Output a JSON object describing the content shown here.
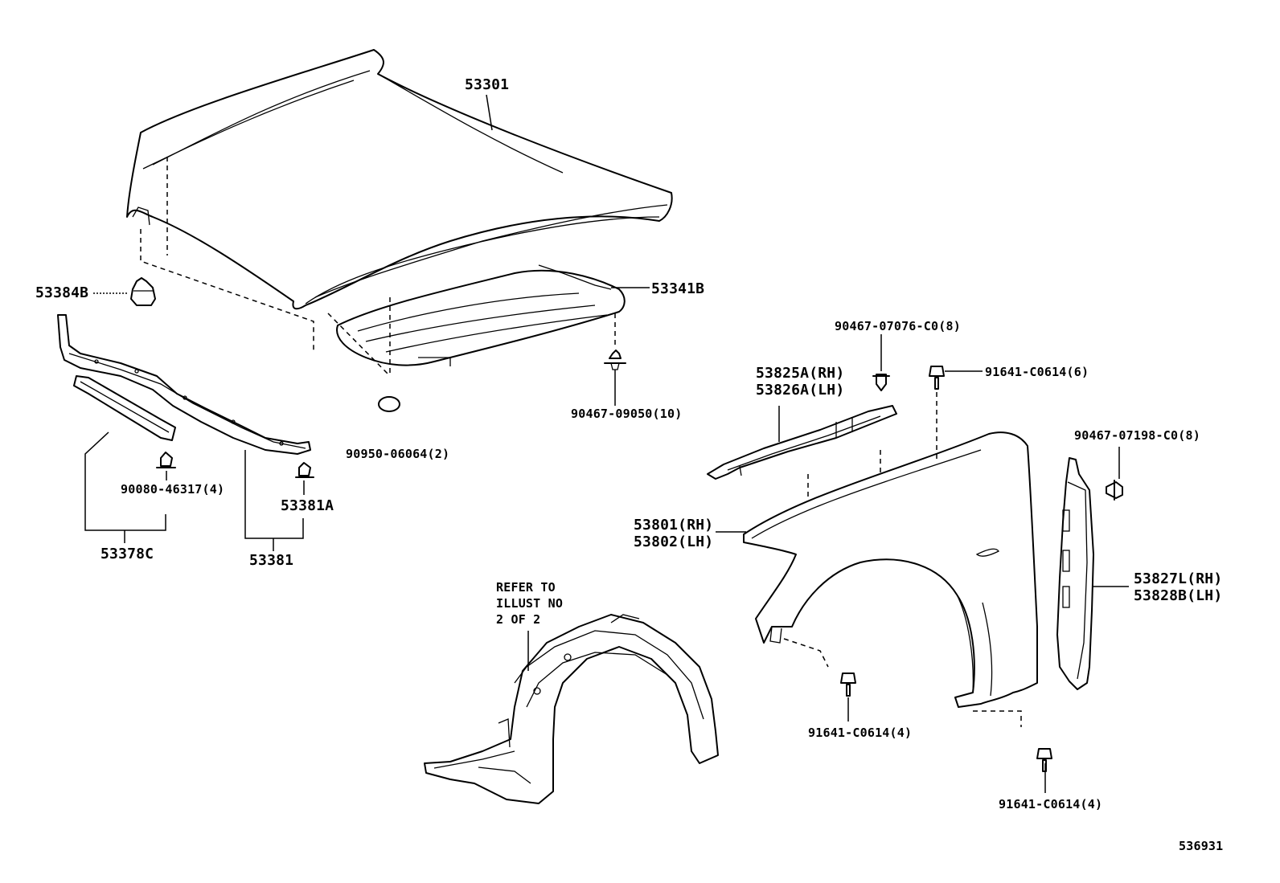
{
  "labels": {
    "hood": "53301",
    "hood_cushion": "53384B",
    "hood_insulator": "53341B",
    "hood_insulator_clip": "90467-09050(10)",
    "hole_plug": "90950-06064(2)",
    "seal_clip": "90080-46317(4)",
    "support_clip": "53381A",
    "seal": "53378C",
    "support_seal": "53381",
    "fender_seal_clip": "90467-07076-C0(8)",
    "fender_seal_rh": "53825A(RH)",
    "fender_seal_lh": "53826A(LH)",
    "fender_bolt_top": "91641-C0614(6)",
    "fender_liner_clip": "90467-07198-C0(8)",
    "fender_rh": "53801(RH)",
    "fender_lh": "53802(LH)",
    "fender_liner_rh": "53827L(RH)",
    "fender_liner_lh": "53828B(LH)",
    "refer_line1": "REFER TO",
    "refer_line2": "ILLUST NO",
    "refer_line3": "2 OF 2",
    "fender_bolt_mid": "91641-C0614(4)",
    "fender_bolt_low": "91641-C0614(4)",
    "illust_number": "536931"
  }
}
